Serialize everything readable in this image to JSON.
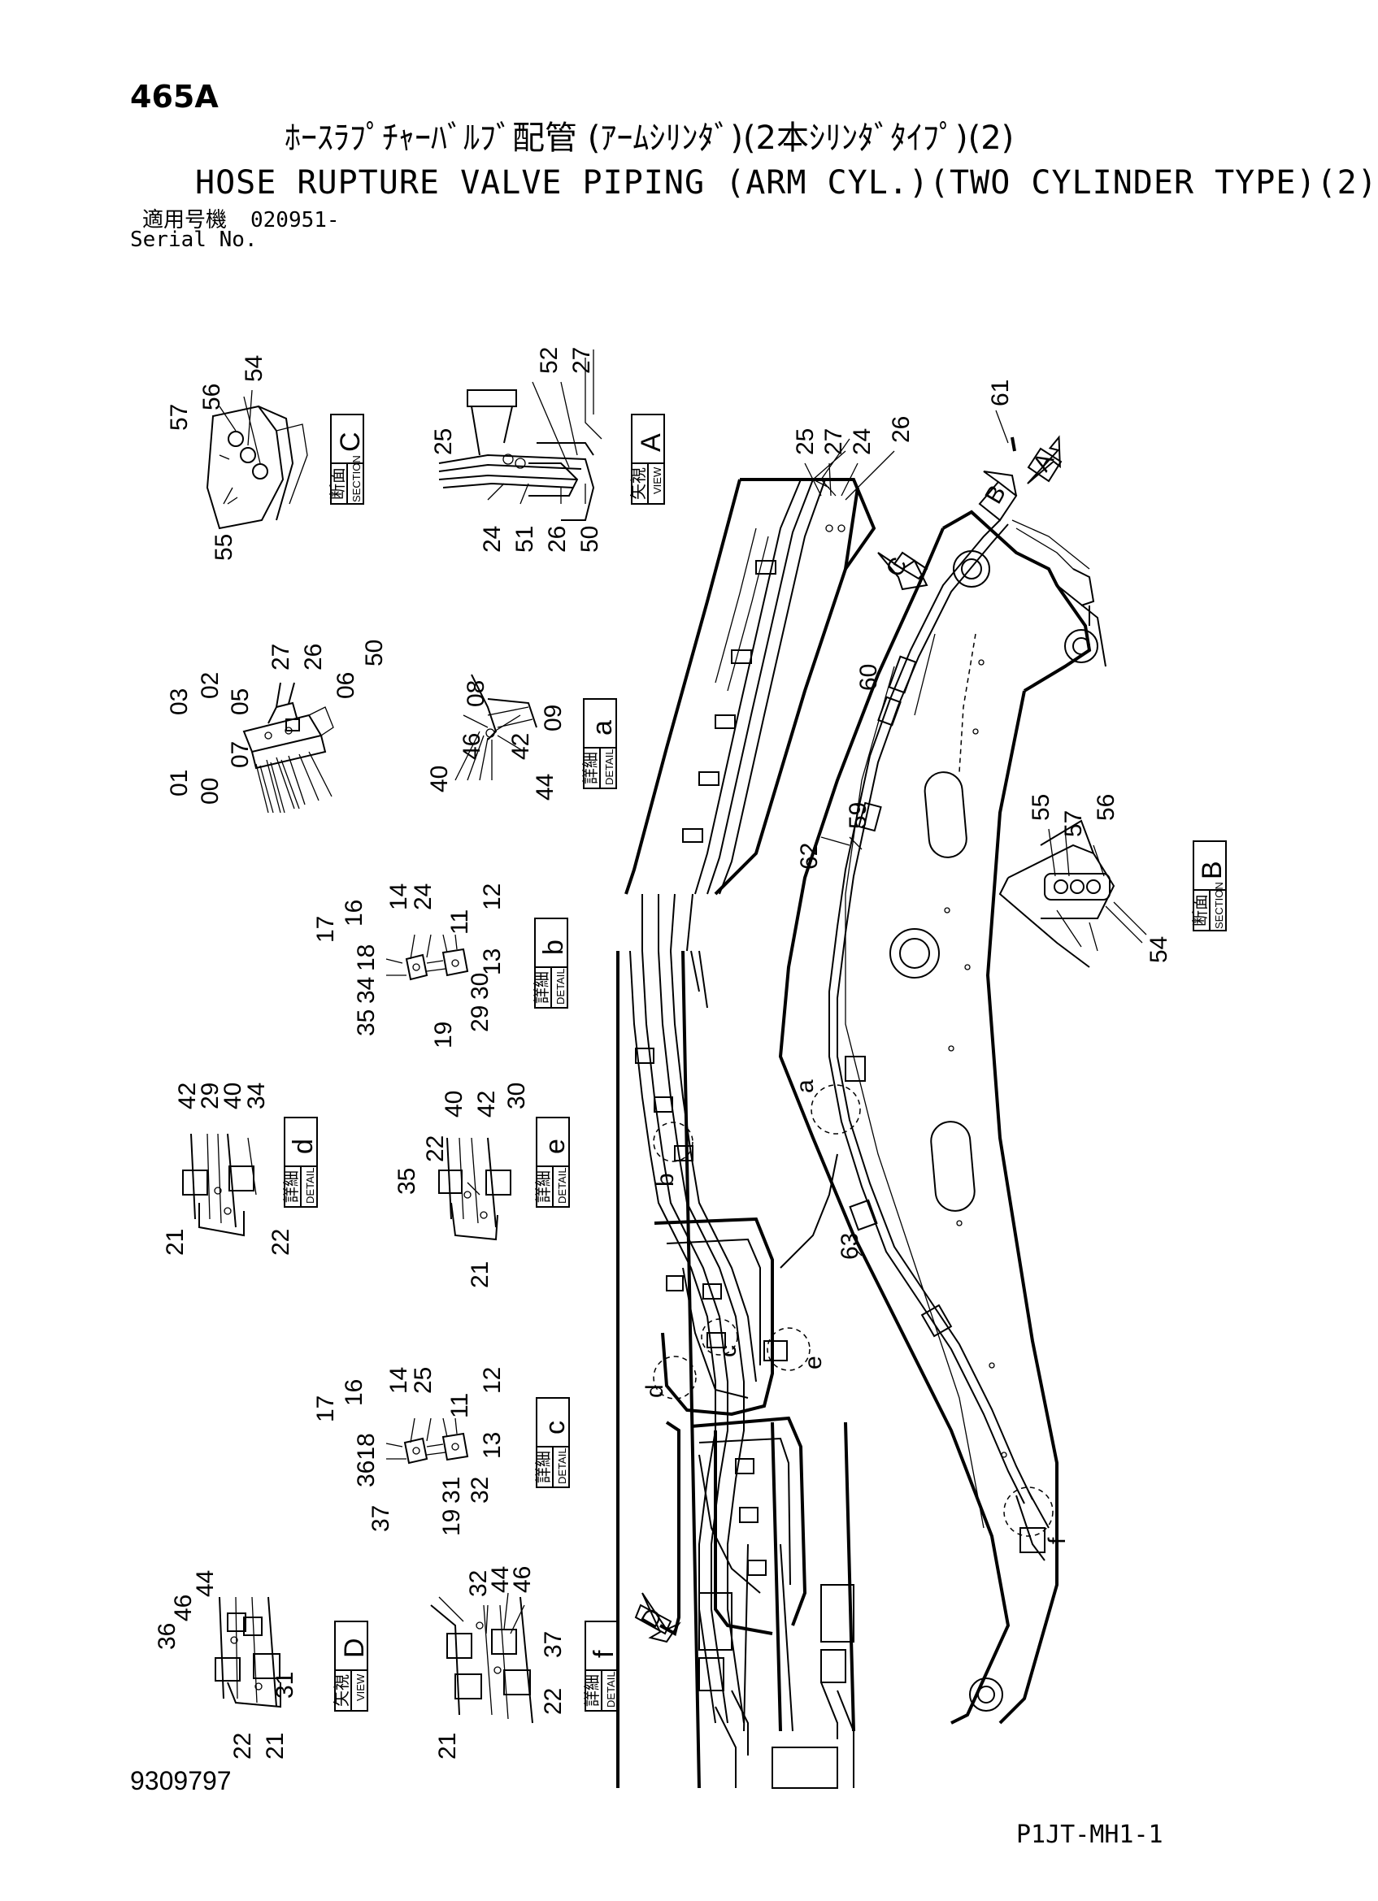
{
  "header": {
    "page_code": "465A",
    "title_jp": "ﾎｰｽﾗﾌﾟﾁｬｰﾊﾞﾙﾌﾞ配管 (ｱｰﾑｼﾘﾝﾀﾞ)(2本ｼﾘﾝﾀﾞﾀｲﾌﾟ)(2)",
    "title_en": "HOSE RUPTURE VALVE PIPING (ARM CYL.)(TWO CYLINDER TYPE)(2)",
    "serial_label_jp": "適用号機",
    "serial_value": "020951-",
    "serial_label_en": "Serial No."
  },
  "footer": {
    "drawing_number": "9309797",
    "page_reference": "P1JT-MH1-1"
  },
  "view_labels": {
    "section_jp": [
      "断",
      "面"
    ],
    "section_en": "SECTION",
    "view_jp": [
      "矢",
      "視"
    ],
    "view_en": "VIEW",
    "detail_jp": [
      "詳",
      "細"
    ],
    "detail_en": "DETAIL"
  },
  "boxes": {
    "section_c": "C",
    "view_a": "A",
    "detail_a": "a",
    "section_b": "B",
    "detail_b": "b",
    "detail_d": "d",
    "detail_e": "e",
    "detail_c": "c",
    "view_d": "D",
    "detail_f": "f"
  },
  "part_numbers": {
    "section_c": [
      "57",
      "56",
      "54",
      "55"
    ],
    "view_a": [
      "52",
      "27",
      "25",
      "24",
      "51",
      "26",
      "50"
    ],
    "manifold": [
      "03",
      "02",
      "05",
      "27",
      "26",
      "06",
      "50",
      "01",
      "00",
      "07"
    ],
    "detail_a": [
      "08",
      "40",
      "46",
      "42",
      "09",
      "44"
    ],
    "detail_b": [
      "17",
      "16",
      "14",
      "24",
      "11",
      "12",
      "35",
      "34",
      "18",
      "19",
      "29",
      "30",
      "13"
    ],
    "detail_d": [
      "42",
      "29",
      "40",
      "34",
      "21",
      "22"
    ],
    "detail_e": [
      "40",
      "42",
      "30",
      "22",
      "35",
      "21"
    ],
    "detail_c": [
      "17",
      "16",
      "14",
      "25",
      "11",
      "12",
      "3618",
      "31",
      "32",
      "13",
      "37",
      "19"
    ],
    "view_d": [
      "44",
      "46",
      "36",
      "31",
      "22",
      "21"
    ],
    "detail_f": [
      "32",
      "44",
      "46",
      "37",
      "22",
      "21"
    ],
    "main": [
      "61",
      "25",
      "27",
      "24",
      "26",
      "60",
      "59",
      "62",
      "63"
    ],
    "section_b": [
      "55",
      "57",
      "56",
      "54"
    ]
  },
  "main_callouts": {
    "arrow_a": "A",
    "arrow_b": "B",
    "arrow_c": "C",
    "arrow_d": "D",
    "detail_a": "a",
    "detail_b": "b",
    "detail_c": "c",
    "detail_d": "d",
    "detail_e": "e",
    "detail_f": "f"
  }
}
